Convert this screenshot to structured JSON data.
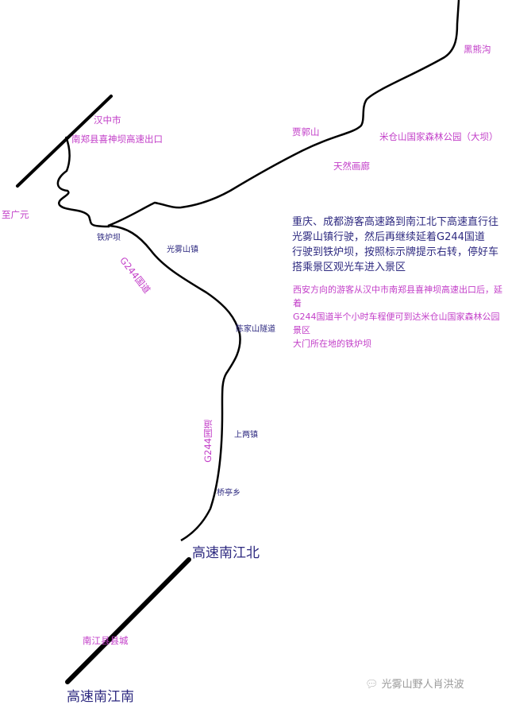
{
  "labels": {
    "hanzhong": "汉中市",
    "nanzheng_exit": "南郑县喜神坝高速出口",
    "to_guangyuan": "至广元",
    "tieluba": "铁炉坝",
    "guangwushan_town": "光雾山镇",
    "g244_upper": "G244国道",
    "chenjiashan_tunnel": "陈家山隧道",
    "g244_lower": "G244国道",
    "shangliang": "上两镇",
    "qiaoting": "桥亭乡",
    "nanjiang_north": "高速南江北",
    "nanjiang_county": "南江县县城",
    "nanjiang_south": "高速南江南",
    "jiaguoshan": "贾郭山",
    "tianran_hualang": "天然画廊",
    "micangshan_park": "米仓山国家森林公园（大坝）",
    "heixiong_gou": "黑熊沟"
  },
  "notes": {
    "chongqing_chengdu": [
      "重庆、成都游客高速路到南江北下高速直行往",
      "光雾山镇行驶，然后再继续延着G244国道",
      "行驶到铁炉坝，按照标示牌提示右转，停好车",
      "搭乘景区观光车进入景区"
    ],
    "xian": [
      "西安方向的游客从汉中市南郑县喜神坝高速出口后，延着",
      "G244国道半个小时车程便可到达米仓山国家森林公园景区",
      "大门所在地的铁炉坝"
    ]
  },
  "watermark": "光雾山野人肖洪波",
  "colors": {
    "road": "#000000",
    "label_blue": "#2e2a80",
    "label_magenta": "#c23ec8"
  }
}
